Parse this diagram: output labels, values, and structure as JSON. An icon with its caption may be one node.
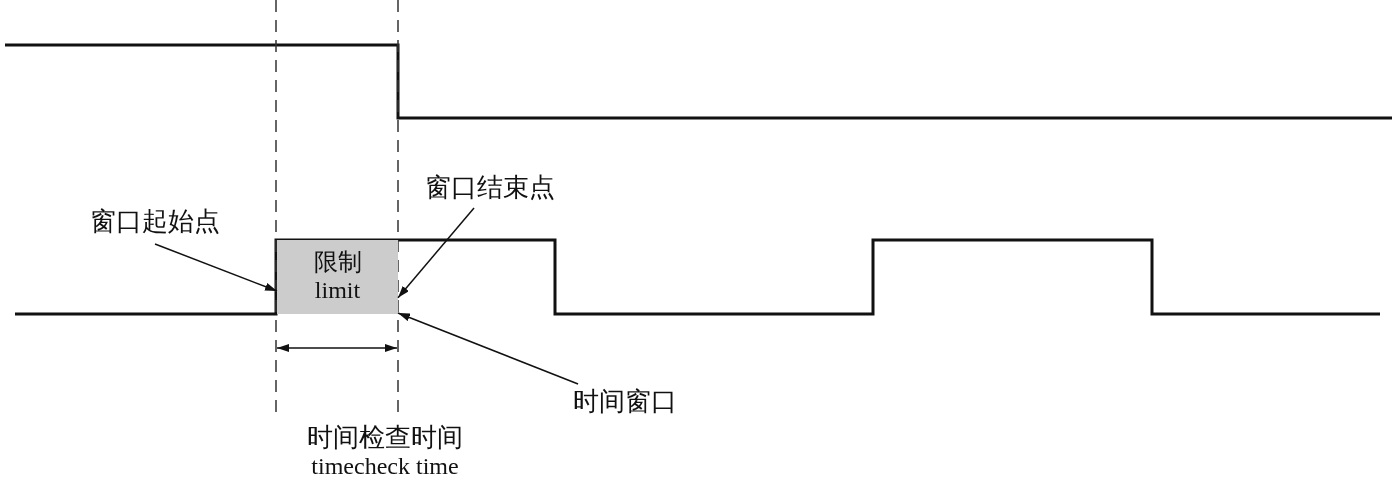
{
  "diagram": {
    "nodes": [
      {
        "text": [
          "窗口起始点"
        ]
      },
      {
        "text": [
          "窗口结束点"
        ]
      },
      {
        "text": [
          "限制",
          "limit"
        ]
      },
      {
        "text": [
          "时间窗口"
        ]
      },
      {
        "text": [
          "时间检查时间",
          "timecheck time"
        ]
      }
    ],
    "edges": [
      {
        "from": 0,
        "to": 2,
        "arrow": "to"
      },
      {
        "from": 1,
        "to": 2,
        "arrow": "to"
      },
      {
        "from": 3,
        "to": 2,
        "arrow": "to"
      }
    ]
  }
}
